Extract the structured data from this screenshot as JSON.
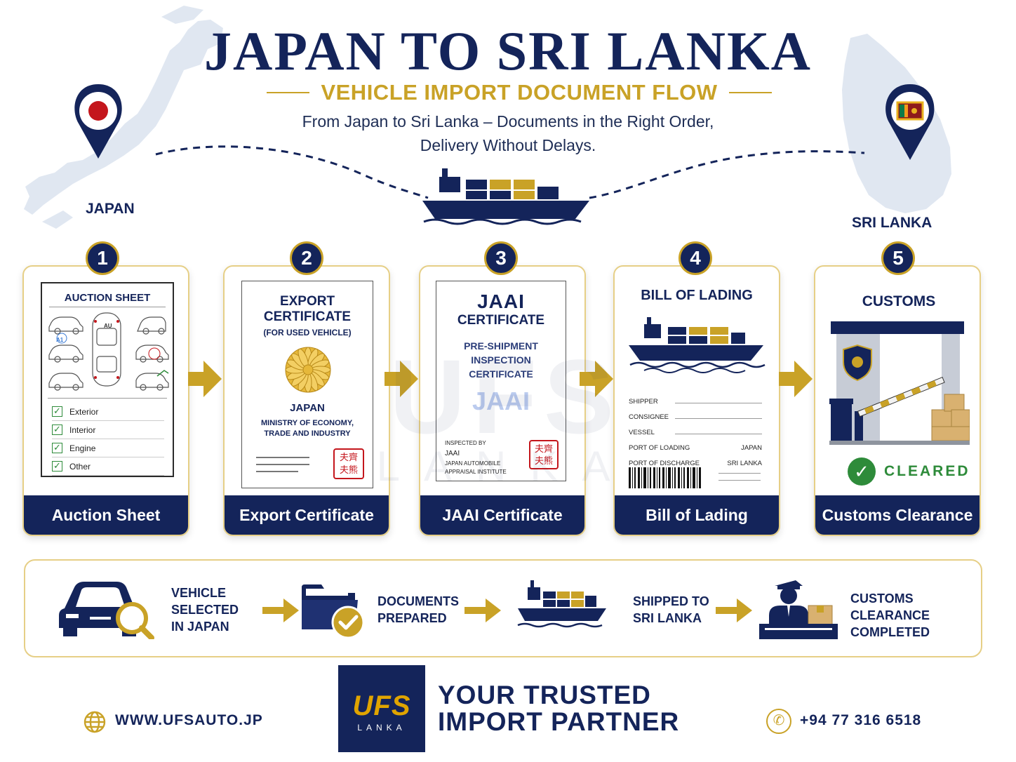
{
  "header": {
    "title": "JAPAN TO SRI LANKA",
    "subtitle": "VEHICLE IMPORT DOCUMENT FLOW",
    "tagline_line1": "From Japan to Sri Lanka – Documents in the Right Order,",
    "tagline_line2": "Delivery Without Delays."
  },
  "locations": {
    "origin": "JAPAN",
    "destination": "SRI LANKA"
  },
  "steps": [
    {
      "number": "1",
      "label": "Auction Sheet",
      "doc_title": "AUCTION SHEET",
      "car_badges": [
        "A1",
        "AU"
      ],
      "checklist": [
        "Exterior",
        "Interior",
        "Engine",
        "Other"
      ]
    },
    {
      "number": "2",
      "label": "Export Certificate",
      "doc_title_line1": "EXPORT",
      "doc_title_line2": "CERTIFICATE",
      "doc_subtitle": "(FOR USED VEHICLE)",
      "country": "JAPAN",
      "ministry_line1": "MINISTRY OF ECONOMY,",
      "ministry_line2": "TRADE AND INDUSTRY",
      "stamp": "夫齊 夫熊"
    },
    {
      "number": "3",
      "label": "JAAI Certificate",
      "doc_title_line1": "JAAI",
      "doc_title_line2": "CERTIFICATE",
      "doc_subtitle_line1": "PRE-SHIPMENT",
      "doc_subtitle_line2": "INSPECTION",
      "doc_subtitle_line3": "CERTIFICATE",
      "watermark": "JAAI",
      "inspected_by": "INSPECTED BY",
      "inspector_line1": "JAAI",
      "inspector_line2": "JAPAN AUTOMOBILE",
      "inspector_line3": "APPRAISAL INSTITUTE",
      "stamp": "夫齊 夫熊"
    },
    {
      "number": "4",
      "label": "Bill of Lading",
      "doc_title": "BILL OF LADING",
      "fields": [
        {
          "name": "SHIPPER",
          "value": ""
        },
        {
          "name": "CONSIGNEE",
          "value": ""
        },
        {
          "name": "VESSEL",
          "value": ""
        },
        {
          "name": "PORT OF LOADING",
          "value": "JAPAN"
        },
        {
          "name": "PORT OF DISCHARGE",
          "value": "SRI LANKA"
        }
      ]
    },
    {
      "number": "5",
      "label": "Customs Clearance",
      "doc_title": "CUSTOMS",
      "status": "CLEARED"
    }
  ],
  "summary": [
    {
      "line1": "VEHICLE",
      "line2": "SELECTED",
      "line3": "IN JAPAN",
      "icon": "car-search-icon"
    },
    {
      "line1": "DOCUMENTS",
      "line2": "PREPARED",
      "icon": "folder-check-icon"
    },
    {
      "line1": "SHIPPED TO",
      "line2": "SRI LANKA",
      "icon": "cargo-ship-icon"
    },
    {
      "line1": "CUSTOMS CLEARANCE",
      "line2": "COMPLETED",
      "icon": "customs-officer-icon"
    }
  ],
  "footer": {
    "website": "WWW.UFSAUTO.JP",
    "logo_main": "UFS",
    "logo_sub": "LANKA",
    "tagline_line1": "YOUR TRUSTED",
    "tagline_line2": "IMPORT PARTNER",
    "phone": "+94 77 316 6518"
  },
  "watermark": {
    "main": "UFS",
    "sub": "LANKA"
  },
  "colors": {
    "navy": "#14245a",
    "gold": "#c9a227",
    "green": "#2e8b3a",
    "red": "#c4161c"
  }
}
